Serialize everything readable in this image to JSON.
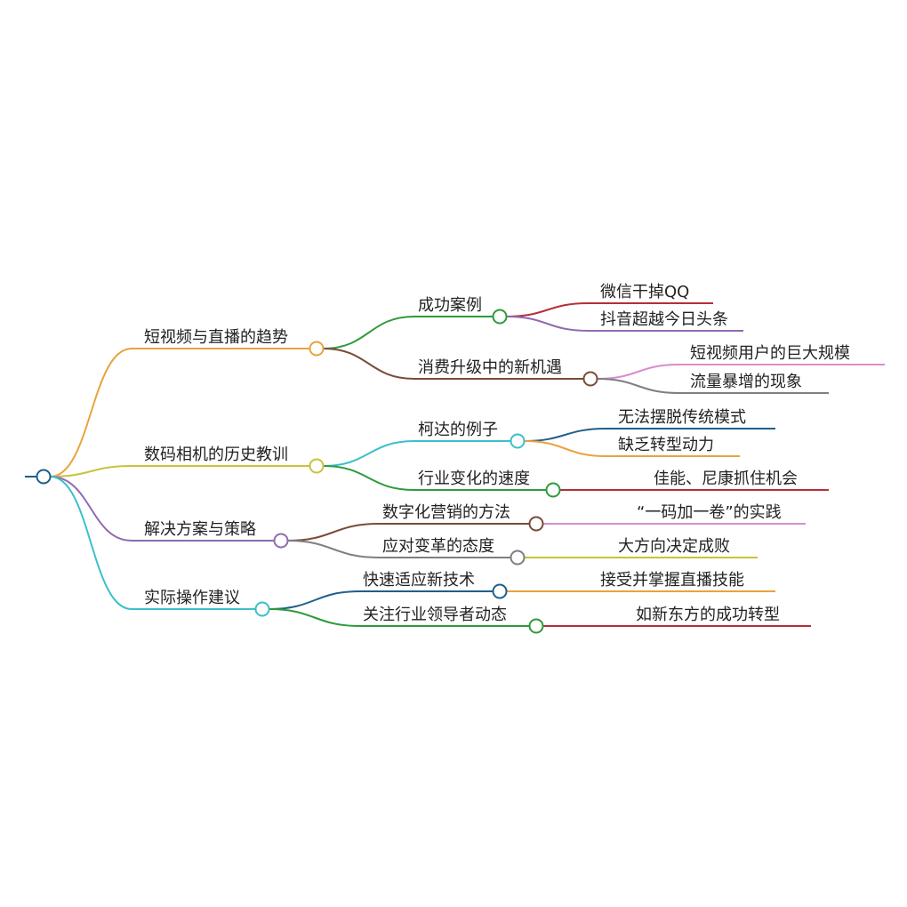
{
  "mindmap": {
    "root": {
      "label": "",
      "color": "#1f5f8b"
    },
    "branches": [
      {
        "label": "短视频与直播的趋势",
        "color": "#e8a33d",
        "children": [
          {
            "label": "成功案例",
            "color": "#2e9b3a",
            "children": [
              {
                "label": "微信干掉QQ",
                "color": "#b3303a"
              },
              {
                "label": "抖音超越今日头条",
                "color": "#8e6bb0"
              }
            ]
          },
          {
            "label": "消费升级中的新机遇",
            "color": "#7a4b3a",
            "children": [
              {
                "label": "短视频用户的巨大规模",
                "color": "#d98ccf"
              },
              {
                "label": "流量暴增的现象",
                "color": "#7f7f7f"
              }
            ]
          }
        ]
      },
      {
        "label": "数码相机的历史教训",
        "color": "#c9c23a",
        "children": [
          {
            "label": "柯达的例子",
            "color": "#3bbfcb",
            "children": [
              {
                "label": "无法摆脱传统模式",
                "color": "#1f5f8b"
              },
              {
                "label": "缺乏转型动力",
                "color": "#e8a33d"
              }
            ]
          },
          {
            "label": "行业变化的速度",
            "color": "#2e9b3a",
            "children": [
              {
                "label": "佳能、尼康抓住机会",
                "color": "#b3303a"
              }
            ]
          }
        ]
      },
      {
        "label": "解决方案与策略",
        "color": "#8e6bb0",
        "children": [
          {
            "label": "数字化营销的方法",
            "color": "#7a4b3a",
            "children": [
              {
                "label": "“一码加一卷”的实践",
                "color": "#d98ccf"
              }
            ]
          },
          {
            "label": "应对变革的态度",
            "color": "#7f7f7f",
            "children": [
              {
                "label": "大方向决定成败",
                "color": "#c9c23a"
              }
            ]
          }
        ]
      },
      {
        "label": "实际操作建议",
        "color": "#3bbfcb",
        "children": [
          {
            "label": "快速适应新技术",
            "color": "#1f5f8b",
            "children": [
              {
                "label": "接受并掌握直播技能",
                "color": "#e8a33d"
              }
            ]
          },
          {
            "label": "关注行业领导者动态",
            "color": "#2e9b3a",
            "children": [
              {
                "label": "如新东方的成功转型",
                "color": "#b3303a"
              }
            ]
          }
        ]
      }
    ]
  }
}
